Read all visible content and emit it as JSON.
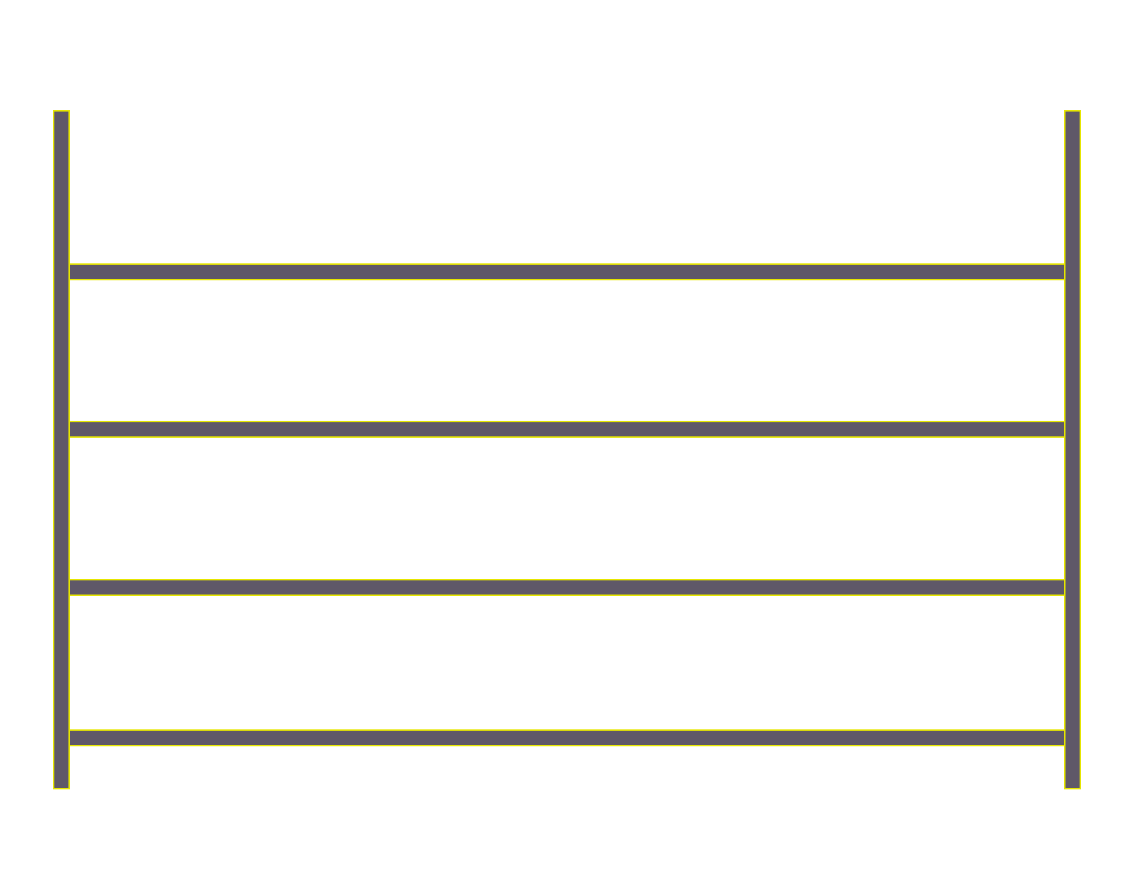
{
  "diagram": {
    "kind": "shelving-unit",
    "posts": 2,
    "shelves": 4,
    "colors": {
      "background": "#ffffff",
      "member_fill": "#5f5868",
      "member_outline": "#e6e600"
    }
  }
}
